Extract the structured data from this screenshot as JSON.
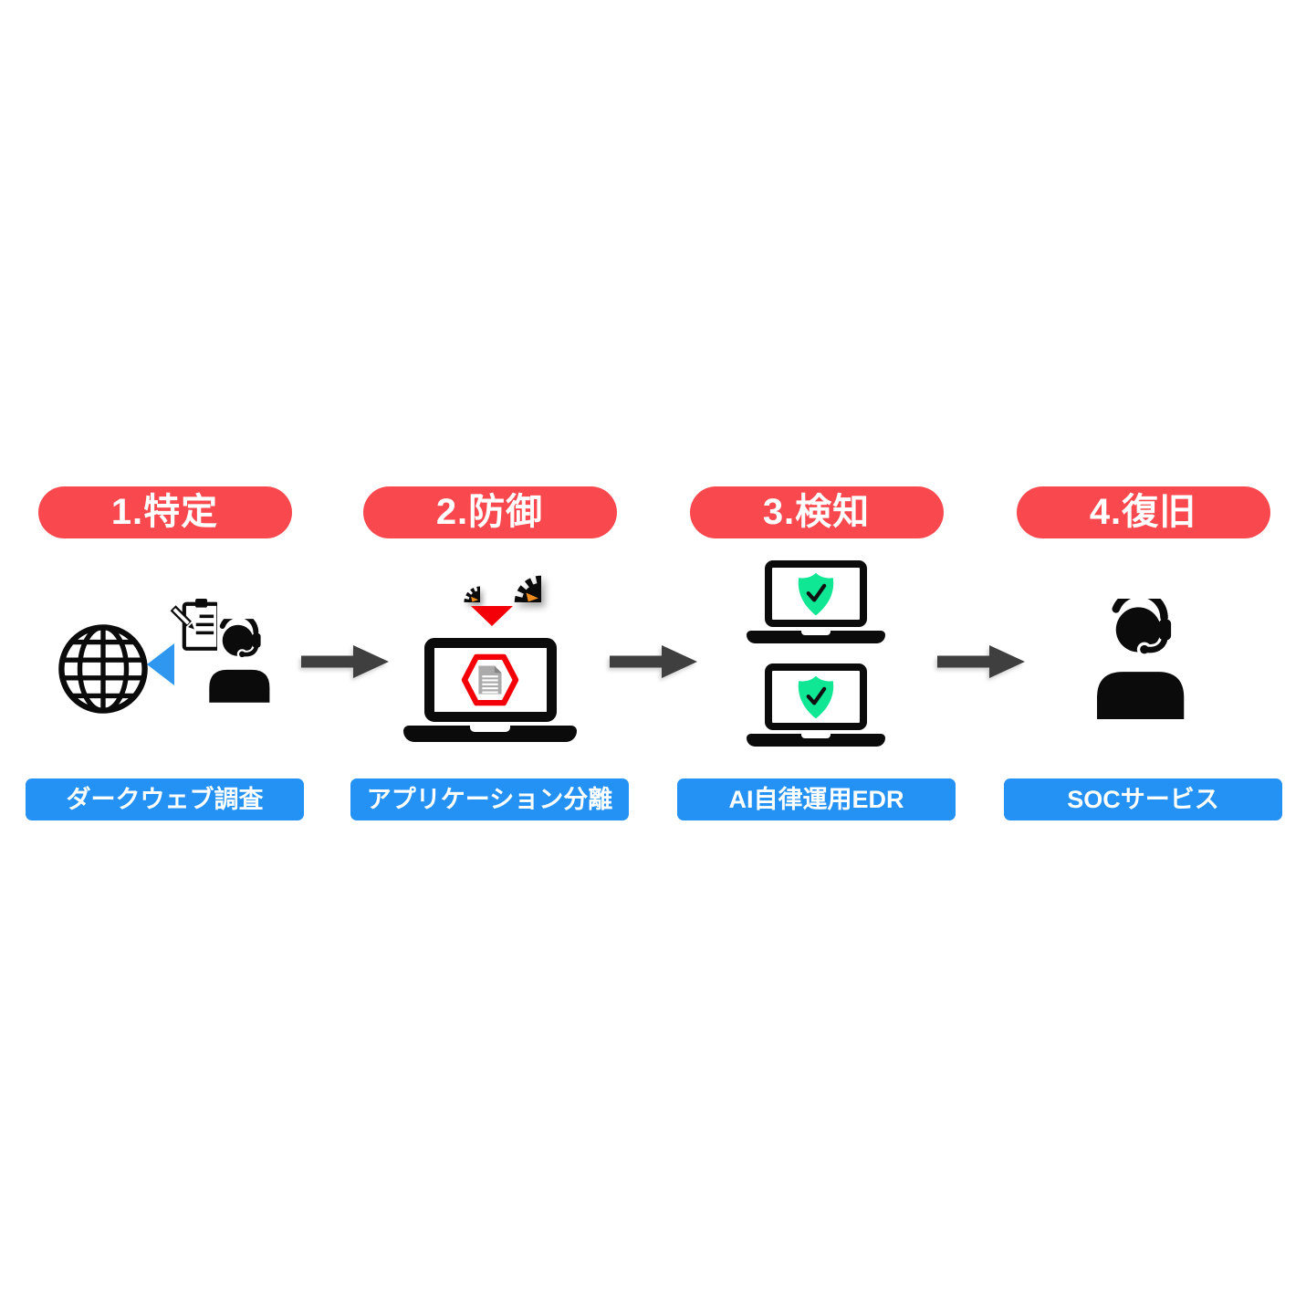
{
  "steps": [
    {
      "badge": "1.特定",
      "label": "ダークウェブ調査",
      "icons": [
        "globe-icon",
        "left-arrowhead-icon",
        "clipboard-pencil-icon",
        "operator-headset-icon"
      ]
    },
    {
      "badge": "2.防御",
      "label": "アプリケーション分離",
      "icons": [
        "malware-gear-icon-small",
        "malware-gear-icon-large",
        "alert-down-triangle-icon",
        "laptop-icon",
        "blocked-document-hexagon-icon"
      ]
    },
    {
      "badge": "3.検知",
      "label": "AI自律運用EDR",
      "icons": [
        "laptop-icon",
        "shield-check-icon",
        "laptop-icon",
        "shield-check-icon"
      ]
    },
    {
      "badge": "4.復旧",
      "label": "SOCサービス",
      "icons": [
        "operator-headset-icon"
      ]
    }
  ],
  "connectors": [
    "flow-arrow-icon",
    "flow-arrow-icon",
    "flow-arrow-icon"
  ],
  "colors": {
    "badge_red": "#F9494E",
    "label_blue": "#2492F4",
    "pointer_blue": "#2F97F0",
    "arrow_gray": "#3F3F3F",
    "alert_red": "#F40009",
    "shield_green": "#0FE795",
    "malware_orange": "#F08C1E",
    "icon_black": "#0B0B0B",
    "document_gray": "#ABABAB"
  }
}
